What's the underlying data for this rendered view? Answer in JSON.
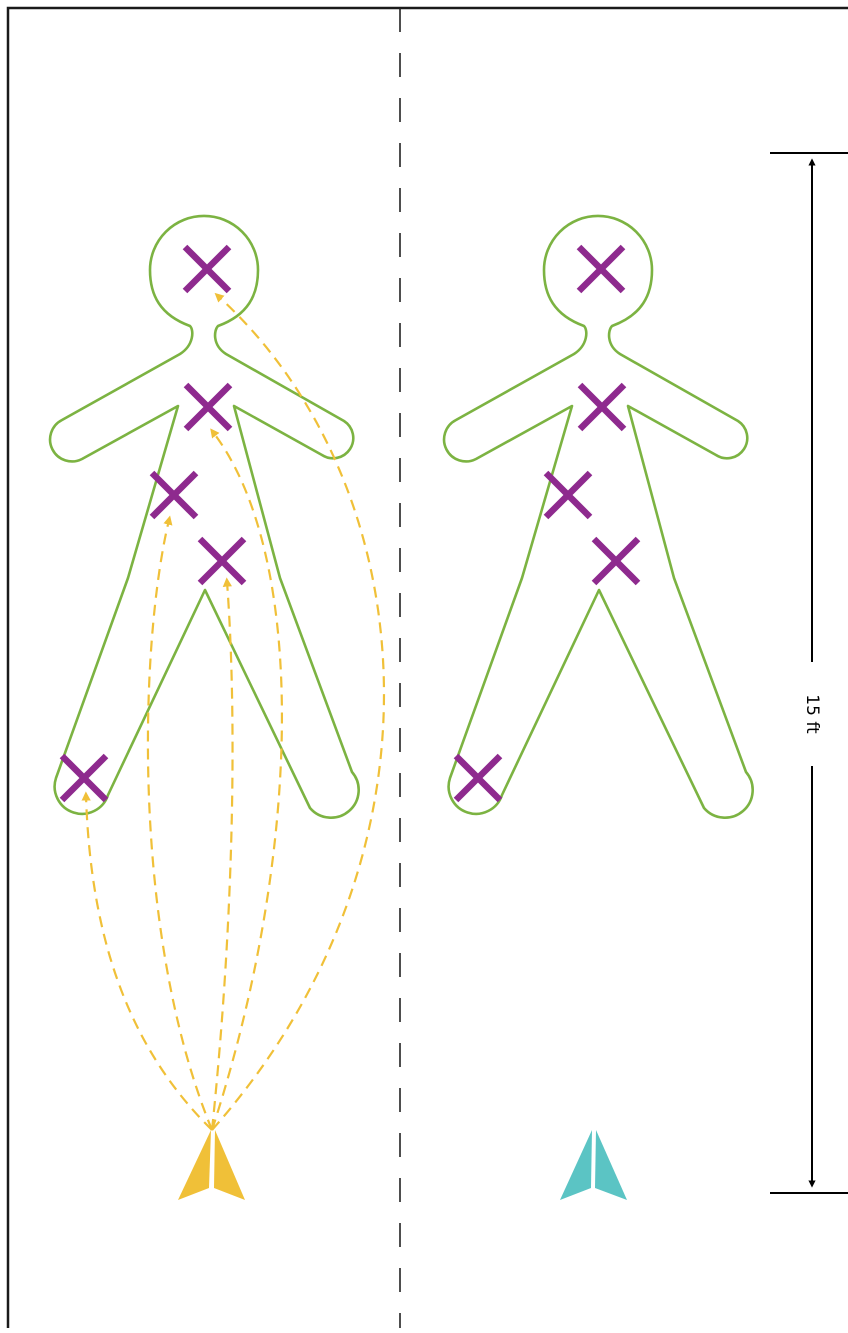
{
  "measurement": {
    "label": "15 ft"
  },
  "colors": {
    "background": "#ffffff",
    "border": "#1a1a1a",
    "body_outline": "#7cb342",
    "target_mark": "#8e2a8e",
    "throw_path": "#f0c038",
    "plane_left": "#f0c038",
    "plane_right": "#5bc4c4",
    "divider": "#222222",
    "dimension_line": "#000000"
  },
  "lanes": [
    {
      "id": "left",
      "plane_icon": "paper-airplane-icon",
      "plane_color": "#f0c038",
      "targets": [
        "head",
        "chest",
        "left-hip",
        "groin",
        "left-foot"
      ],
      "throw_paths": [
        "head",
        "chest",
        "left-hip",
        "groin",
        "left-foot"
      ]
    },
    {
      "id": "right",
      "plane_icon": "paper-airplane-icon",
      "plane_color": "#5bc4c4",
      "targets": [
        "head",
        "chest",
        "left-hip",
        "groin",
        "left-foot"
      ],
      "throw_paths": []
    }
  ]
}
